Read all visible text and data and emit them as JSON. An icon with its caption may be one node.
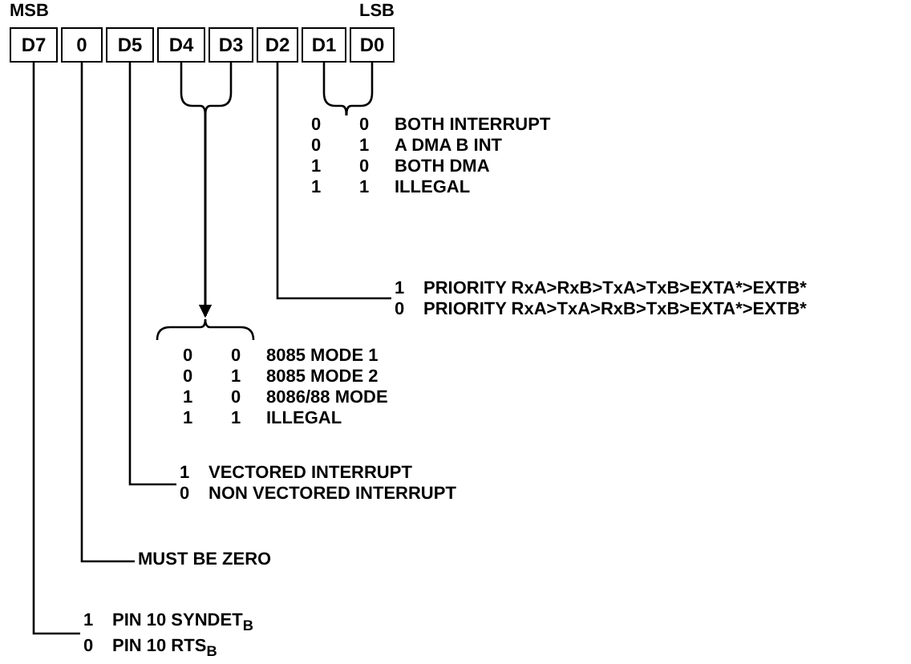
{
  "diagram": {
    "nodes": [
      {
        "text": [
          "D7"
        ]
      },
      {
        "text": [
          "0"
        ]
      },
      {
        "text": [
          "D5"
        ]
      },
      {
        "text": [
          "D4"
        ]
      },
      {
        "text": [
          "D3"
        ]
      },
      {
        "text": [
          "D2"
        ]
      },
      {
        "text": [
          "D1"
        ]
      },
      {
        "text": [
          "D0"
        ]
      },
      {
        "text": [
          "0 0 BOTH INTERRUPT",
          "0 1 A DMA B INT",
          "1 0 BOTH DMA",
          "1 1 ILLEGAL"
        ]
      },
      {
        "text": [
          "1 PRIORITY RxA>RxB>TxA>TxB>EXTA*>EXTB*",
          "0 PRIORITY RxA>TxA>RxB>TxB>EXTA*>EXTB*"
        ]
      },
      {
        "text": [
          "0 0 8085 MODE 1",
          "0 1 8085 MODE 2",
          "1 0 8086/88 MODE",
          "1 1 ILLEGAL"
        ]
      },
      {
        "text": [
          "1 VECTORED INTERRUPT",
          "0 NON VECTORED INTERRUPT"
        ]
      },
      {
        "text": [
          "MUST BE ZERO"
        ]
      },
      {
        "text": [
          "1 PIN 10 SYNDET$_{B}$",
          "0 PIN 10 RTS$_{B}$"
        ]
      }
    ],
    "edges": [
      {
        "from": 0,
        "to": 13,
        "arrow": "none"
      },
      {
        "from": 1,
        "to": 12,
        "arrow": "none"
      },
      {
        "from": 2,
        "to": 11,
        "arrow": "none"
      },
      {
        "from": 3,
        "to": 10,
        "arrow": "to"
      },
      {
        "from": 4,
        "to": 10,
        "arrow": "to"
      },
      {
        "from": 5,
        "to": 9,
        "arrow": "none"
      },
      {
        "from": 6,
        "to": 8,
        "arrow": "none"
      },
      {
        "from": 7,
        "to": 8,
        "arrow": "none"
      }
    ],
    "labels": [
      "MSB",
      "LSB"
    ]
  }
}
